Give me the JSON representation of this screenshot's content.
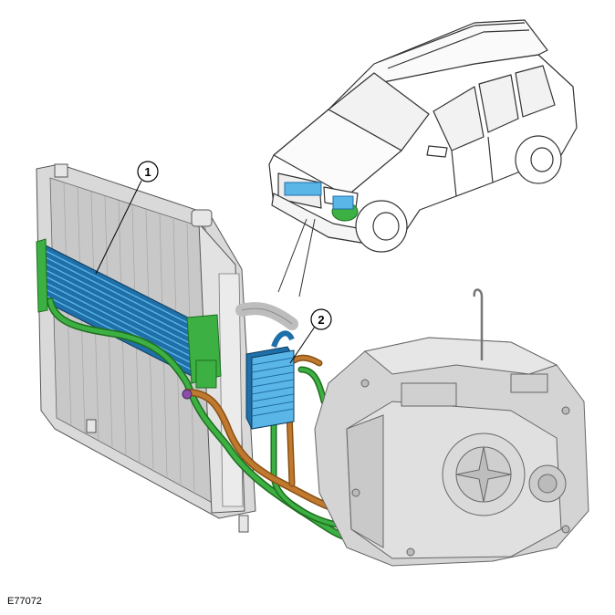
{
  "figure": {
    "code": "E77072",
    "colors": {
      "cooler_blue": "#1f6fa8",
      "cooler_blue_light": "#5bb6e8",
      "pipe_green": "#2e8b2e",
      "pipe_copper": "#c07a30",
      "bracket_green": "#3cb043",
      "metal_grey": "#d4d4d4",
      "outline": "#333333"
    },
    "icons": [
      "vehicle-outline",
      "radiator-icon",
      "oil-cooler-icon",
      "transmission-icon"
    ]
  },
  "callouts": [
    {
      "number": "1"
    },
    {
      "number": "2"
    }
  ]
}
